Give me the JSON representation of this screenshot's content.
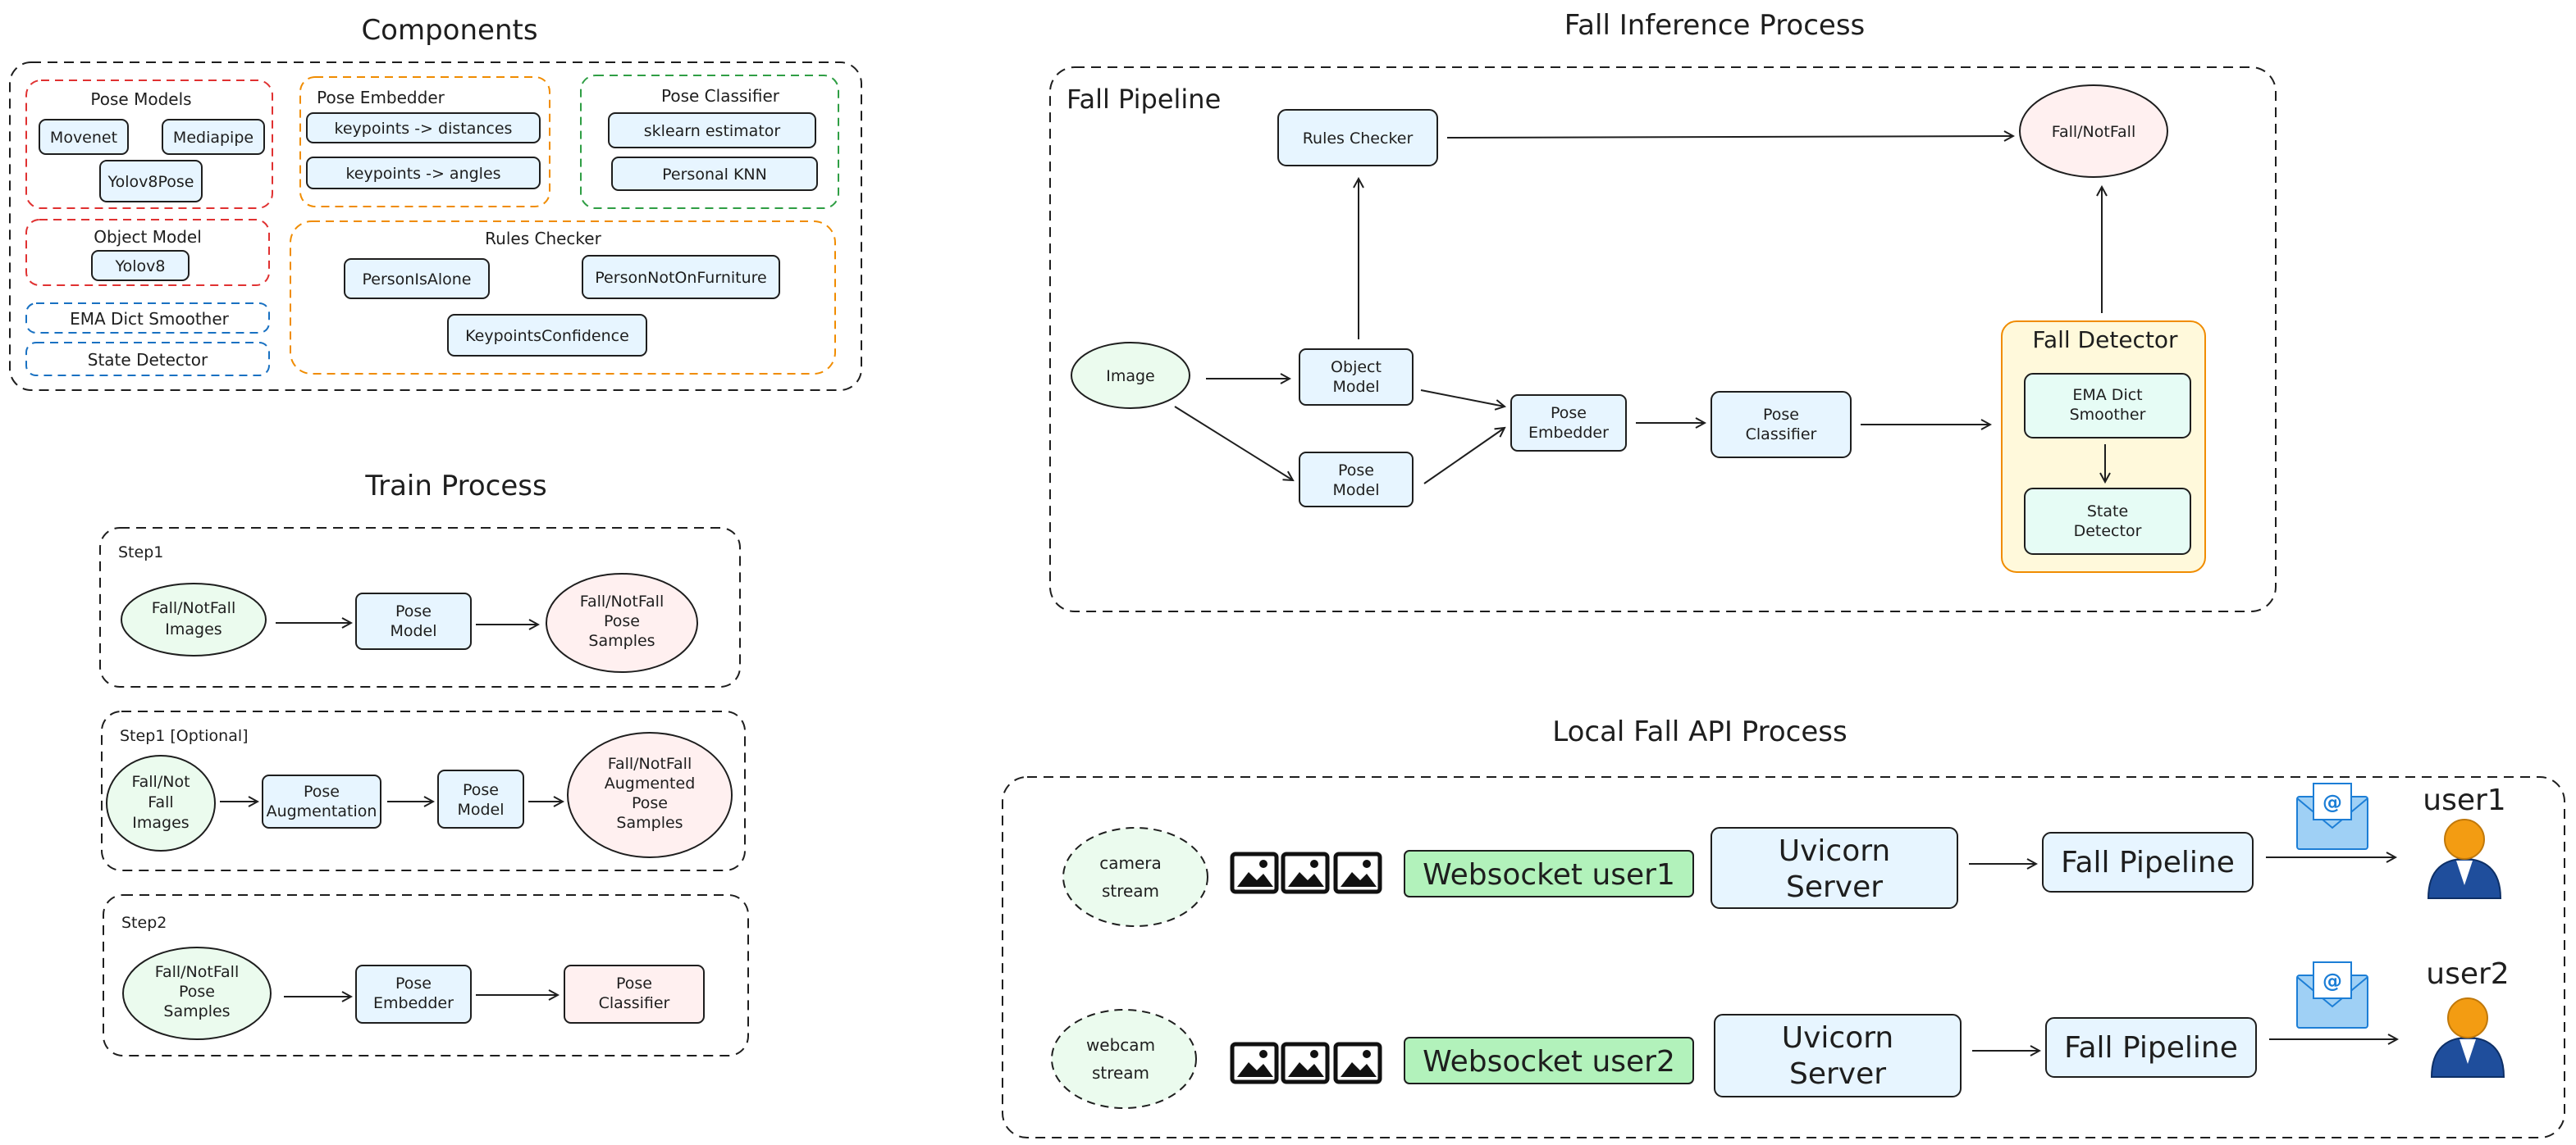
{
  "colors": {
    "red": "#e03131",
    "orange": "#f08c00",
    "green": "#2f9e44",
    "blue": "#1971c2",
    "blue_fill": "#e7f5ff",
    "green_fill": "#ebfbee",
    "pink_fill": "#fff0f0",
    "yellow_fill": "#fff9db",
    "bright_green": "#b2f2bb",
    "stroke": "#1e1e1e"
  },
  "components": {
    "title": "Components",
    "pose_models": {
      "label": "Pose Models",
      "items": [
        "Movenet",
        "Mediapipe",
        "Yolov8Pose"
      ]
    },
    "object_model": {
      "label": "Object Model",
      "items": [
        "Yolov8"
      ]
    },
    "ema": "EMA Dict Smoother",
    "state_detector": "State Detector",
    "pose_embedder": {
      "label": "Pose Embedder",
      "items": [
        "keypoints -> distances",
        "keypoints -> angles"
      ]
    },
    "pose_classifier": {
      "label": "Pose Classifier",
      "items": [
        "sklearn estimator",
        "Personal KNN"
      ]
    },
    "rules_checker": {
      "label": "Rules Checker",
      "items": [
        "PersonIsAlone",
        "PersonNotOnFurniture",
        "KeypointsConfidence"
      ]
    }
  },
  "train": {
    "title": "Train Process",
    "step1": {
      "label": "Step1",
      "input": [
        "Fall/NotFall",
        "Images"
      ],
      "model": [
        "Pose",
        "Model"
      ],
      "output": [
        "Fall/NotFall",
        "Pose",
        "Samples"
      ]
    },
    "step1_opt": {
      "label": "Step1 [Optional]",
      "input": [
        "Fall/Not",
        "Fall",
        "Images"
      ],
      "aug": [
        "Pose",
        "Augmentation"
      ],
      "model": [
        "Pose",
        "Model"
      ],
      "output": [
        "Fall/NotFall",
        "Augmented",
        "Pose",
        "Samples"
      ]
    },
    "step2": {
      "label": "Step2",
      "input": [
        "Fall/NotFall",
        "Pose",
        "Samples"
      ],
      "embedder": [
        "Pose",
        "Embedder"
      ],
      "classifier": [
        "Pose",
        "Classifier"
      ]
    }
  },
  "inference": {
    "title": "Fall Inference Process",
    "pipeline_label": "Fall Pipeline",
    "rules_checker": "Rules Checker",
    "fall_notfall": "Fall/NotFall",
    "image": "Image",
    "object_model": [
      "Object",
      "Model"
    ],
    "pose_model": [
      "Pose",
      "Model"
    ],
    "pose_embedder": [
      "Pose",
      "Embedder"
    ],
    "pose_classifier": [
      "Pose",
      "Classifier"
    ],
    "fall_detector": "Fall Detector",
    "ema": [
      "EMA Dict",
      "Smoother"
    ],
    "state_detector": [
      "State",
      "Detector"
    ]
  },
  "api": {
    "title": "Local Fall API Process",
    "rows": [
      {
        "stream": [
          "camera",
          "stream"
        ],
        "websocket": "Websocket user1",
        "server": [
          "Uvicorn",
          "Server"
        ],
        "pipeline": "Fall Pipeline",
        "user": "user1",
        "mail_symbol": "@"
      },
      {
        "stream": [
          "webcam",
          "stream"
        ],
        "websocket": "Websocket user2",
        "server": [
          "Uvicorn",
          "Server"
        ],
        "pipeline": "Fall Pipeline",
        "user": "user2",
        "mail_symbol": "@"
      }
    ]
  }
}
